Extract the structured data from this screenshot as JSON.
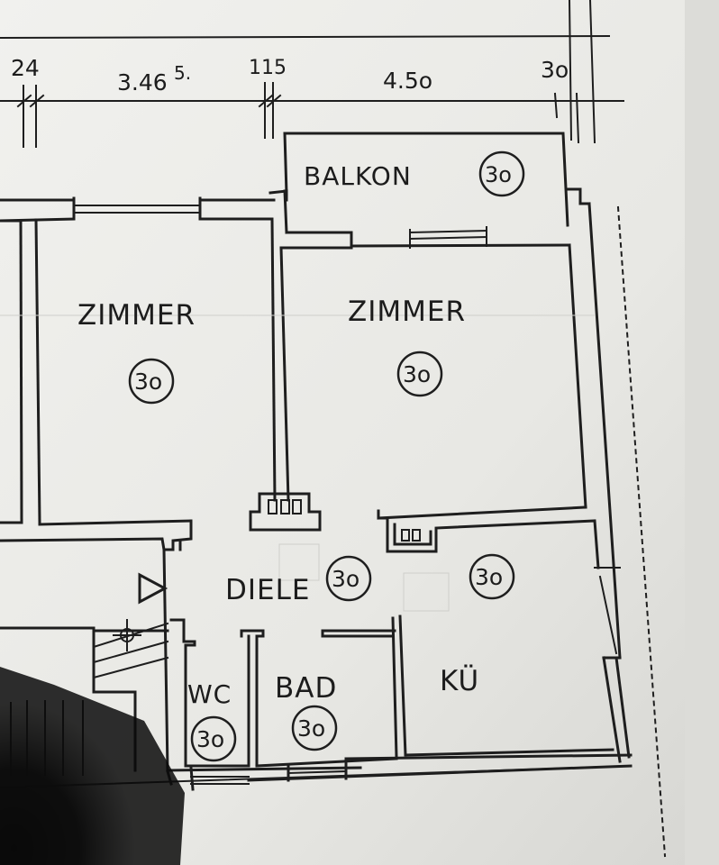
{
  "dimensions": {
    "d1": "24",
    "d2": "3.46",
    "d2_sup": "5.",
    "d3": "115",
    "d4": "4.5o",
    "d5": "3o"
  },
  "rooms": {
    "balkon": {
      "name": "BALKON",
      "code": "3o"
    },
    "zimmer1": {
      "name": "ZIMMER",
      "code": "3o"
    },
    "zimmer2": {
      "name": "ZIMMER",
      "code": "3o"
    },
    "diele": {
      "name": "DIELE",
      "code": "3o"
    },
    "kueche": {
      "name": "KÜ",
      "code": "3o"
    },
    "wc": {
      "name": "WC",
      "code": "3o"
    },
    "bad": {
      "name": "BAD",
      "code": "3o"
    }
  }
}
